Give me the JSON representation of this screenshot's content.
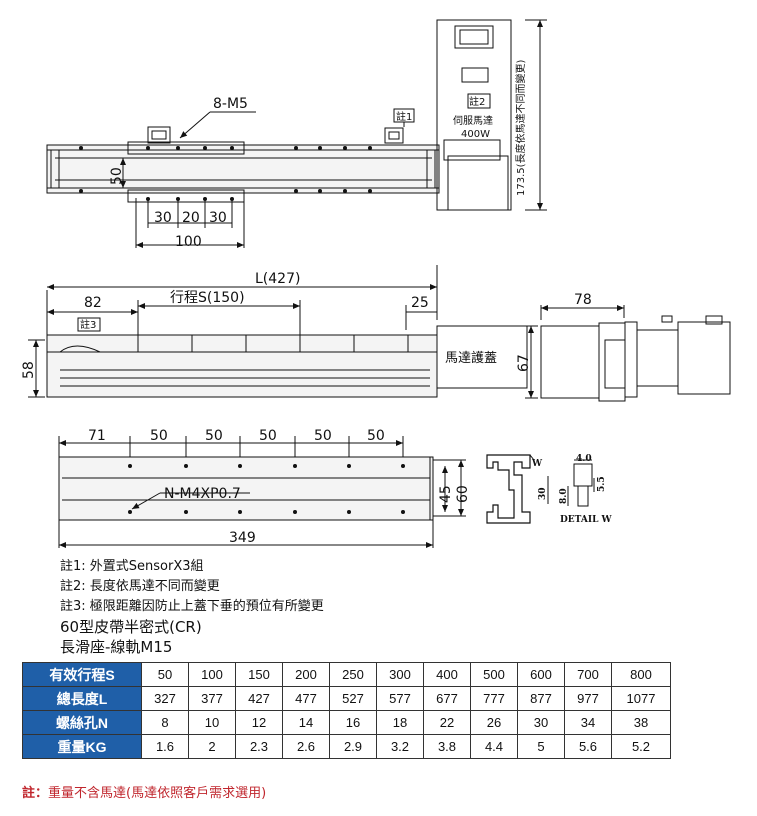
{
  "top_view": {
    "holes_label": "8-M5",
    "height_label": "50",
    "spacing_labels": [
      "30",
      "20",
      "30"
    ],
    "width_label": "100",
    "note1_tag": "註1",
    "motor": {
      "note_tag": "註2",
      "line1": "伺服馬達",
      "line2": "400W",
      "vertical_label": "173.5(長度依馬達不同而變更)"
    }
  },
  "side_view": {
    "total_label": "L(427)",
    "left_label": "82",
    "stroke_label": "行程S(150)",
    "right_label": "25",
    "height_label": "58",
    "note3_tag": "註3",
    "motor_cover_label": "馬達護蓋",
    "end_width_label": "78",
    "end_height_label": "67"
  },
  "bottom_view": {
    "pitch_labels": [
      "71",
      "50",
      "50",
      "50",
      "50",
      "50"
    ],
    "holes_label": "N-M4XP0.7",
    "height_labels": [
      "45",
      "60"
    ],
    "length_label": "349",
    "detail": {
      "label": "DETAIL W",
      "w_tag": "W",
      "dims": [
        "4.0",
        "30",
        "8.0",
        "5.5"
      ]
    }
  },
  "notes": [
    "註1: 外置式SensorX3組",
    "註2: 長度依馬達不同而變更",
    "註3: 極限距離因防止上蓋下垂的預位有所變更"
  ],
  "spec_lines": [
    "60型皮帶半密式(CR)",
    "長滑座-線軌M15"
  ],
  "table": {
    "rows": [
      {
        "header": "有效行程S",
        "values": [
          "50",
          "100",
          "150",
          "200",
          "250",
          "300",
          "400",
          "500",
          "600",
          "700",
          "800"
        ]
      },
      {
        "header": "總長度L",
        "values": [
          "327",
          "377",
          "427",
          "477",
          "527",
          "577",
          "677",
          "777",
          "877",
          "977",
          "1077"
        ]
      },
      {
        "header": "螺絲孔N",
        "values": [
          "8",
          "10",
          "12",
          "14",
          "16",
          "18",
          "22",
          "26",
          "30",
          "34",
          "38"
        ]
      },
      {
        "header": "重量KG",
        "values": [
          "1.6",
          "2",
          "2.3",
          "2.6",
          "2.9",
          "3.2",
          "3.8",
          "4.4",
          "5",
          "5.6",
          "5.2"
        ]
      }
    ]
  },
  "footnote": {
    "tag": "註：",
    "text": "重量不含馬達(馬達依照客戶需求選用)"
  }
}
